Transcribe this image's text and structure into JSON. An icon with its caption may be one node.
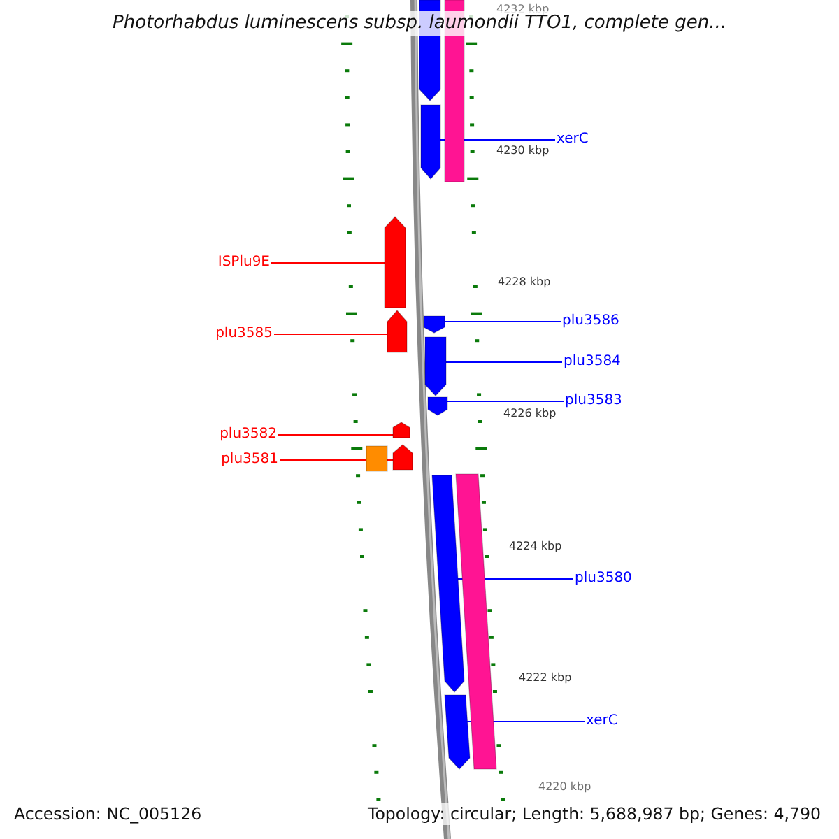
{
  "diagram": {
    "title": "Photorhabdus luminescens subsp. laumondii TTO1, complete gen...",
    "nodes": [
      {
        "text": [
          "xerC"
        ]
      },
      {
        "text": [],
        "shape": "arrow"
      },
      {
        "text": [
          "ISPlu9E"
        ]
      },
      {
        "text": [],
        "shape": "arrow"
      },
      {
        "text": [
          "plu3585"
        ]
      },
      {
        "text": [],
        "shape": "arrow"
      },
      {
        "text": [
          "plu3586"
        ]
      },
      {
        "text": [],
        "shape": "arrow"
      },
      {
        "text": [
          "plu3584"
        ]
      },
      {
        "text": [],
        "shape": "arrow"
      },
      {
        "text": [
          "plu3583"
        ]
      },
      {
        "text": [],
        "shape": "arrow"
      },
      {
        "text": [
          "plu3582"
        ]
      },
      {
        "text": [],
        "shape": "arrow"
      },
      {
        "text": [
          "plu3581"
        ]
      },
      {
        "text": [],
        "shape": "arrow"
      },
      {
        "text": [
          "plu3580"
        ]
      },
      {
        "text": [],
        "shape": "arrow"
      },
      {
        "text": [
          "xerC"
        ]
      },
      {
        "text": [],
        "shape": "arrow"
      },
      {
        "text": [],
        "shape": "arrow"
      },
      {
        "text": [],
        "shape": "bar"
      },
      {
        "text": [],
        "shape": "bar"
      },
      {
        "text": [],
        "shape": "bar"
      }
    ],
    "edges": [
      {
        "from": 0,
        "to": 1,
        "arrow": "none"
      },
      {
        "from": 2,
        "to": 3,
        "arrow": "none",
        "color": "#ff0000"
      },
      {
        "from": 4,
        "to": 5,
        "arrow": "none",
        "color": "#ff0000"
      },
      {
        "from": 6,
        "to": 7,
        "arrow": "none"
      },
      {
        "from": 8,
        "to": 9,
        "arrow": "none"
      },
      {
        "from": 10,
        "to": 11,
        "arrow": "none"
      },
      {
        "from": 12,
        "to": 13,
        "arrow": "none",
        "color": "#ff0000"
      },
      {
        "from": 14,
        "to": 15,
        "arrow": "none",
        "color": "#ff0000"
      },
      {
        "from": 16,
        "to": 17,
        "arrow": "none"
      },
      {
        "from": 18,
        "to": 19,
        "arrow": "none"
      }
    ],
    "labels": [
      "4232 kbp",
      "4230 kbp",
      "4228 kbp",
      "4226 kbp",
      "4224 kbp",
      "4222 kbp",
      "4220 kbp",
      "Accession: NC_005126",
      "Topology: circular; Length: 5,688,987 bp; Genes: 4,790"
    ]
  }
}
